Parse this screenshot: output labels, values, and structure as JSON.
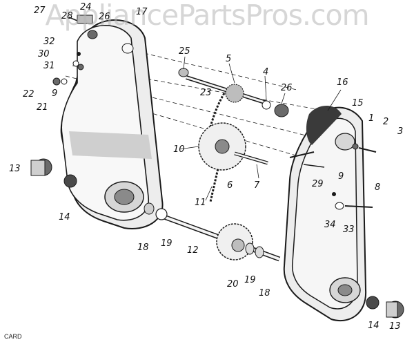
{
  "watermark": "AppliancePartsPros.com",
  "colors": {
    "line": "#1a1a1a",
    "fill_light": "#f2f2f2",
    "fill_mid": "#bdbdbd",
    "fill_dark": "#3a3a3a"
  },
  "callouts": [
    {
      "id": "c27",
      "text": "27"
    },
    {
      "id": "c28",
      "text": "28"
    },
    {
      "id": "c24",
      "text": "24"
    },
    {
      "id": "c26a",
      "text": "26"
    },
    {
      "id": "c17",
      "text": "17"
    },
    {
      "id": "c32",
      "text": "32"
    },
    {
      "id": "c30",
      "text": "30"
    },
    {
      "id": "c31",
      "text": "31"
    },
    {
      "id": "c22",
      "text": "22"
    },
    {
      "id": "c21",
      "text": "21"
    },
    {
      "id": "c9a",
      "text": "9"
    },
    {
      "id": "c25",
      "text": "25"
    },
    {
      "id": "c5",
      "text": "5"
    },
    {
      "id": "c4",
      "text": "4"
    },
    {
      "id": "c23",
      "text": "23"
    },
    {
      "id": "c26b",
      "text": "26"
    },
    {
      "id": "c16",
      "text": "16"
    },
    {
      "id": "c15",
      "text": "15"
    },
    {
      "id": "c1",
      "text": "1"
    },
    {
      "id": "c2",
      "text": "2"
    },
    {
      "id": "c3",
      "text": "3"
    },
    {
      "id": "c10",
      "text": "10"
    },
    {
      "id": "c6",
      "text": "6"
    },
    {
      "id": "c7",
      "text": "7"
    },
    {
      "id": "c29",
      "text": "29"
    },
    {
      "id": "c9b",
      "text": "9"
    },
    {
      "id": "c8",
      "text": "8"
    },
    {
      "id": "c13a",
      "text": "13"
    },
    {
      "id": "c14a",
      "text": "14"
    },
    {
      "id": "c11",
      "text": "11"
    },
    {
      "id": "c34",
      "text": "34"
    },
    {
      "id": "c33",
      "text": "33"
    },
    {
      "id": "c18a",
      "text": "18"
    },
    {
      "id": "c19a",
      "text": "19"
    },
    {
      "id": "c12",
      "text": "12"
    },
    {
      "id": "c20",
      "text": "20"
    },
    {
      "id": "c19b",
      "text": "19"
    },
    {
      "id": "c18b",
      "text": "18"
    },
    {
      "id": "c14b",
      "text": "14"
    },
    {
      "id": "c13b",
      "text": "13"
    }
  ],
  "footer": "CARD"
}
